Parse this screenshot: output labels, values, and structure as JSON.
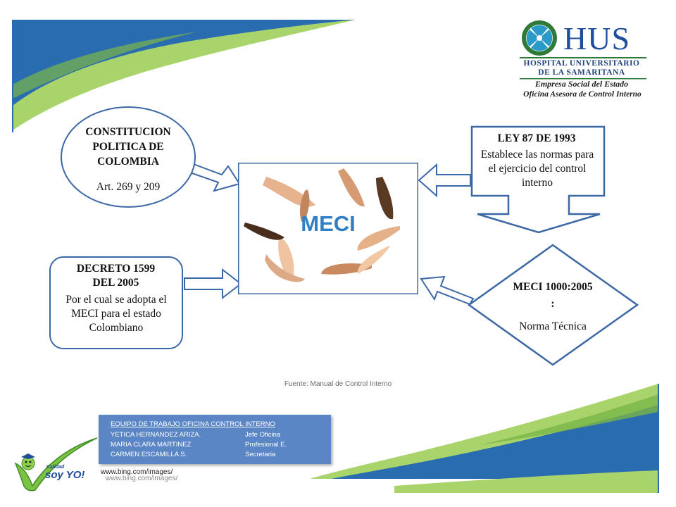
{
  "logo": {
    "acronym": "HUS",
    "line1": "HOSPITAL UNIVERSITARIO",
    "line2": "DE LA SAMARITANA",
    "line3": "Empresa Social del Estado",
    "line4": "Oficina Asesora de Control Interno"
  },
  "constitution": {
    "title": "CONSTITUCION POLITICA DE COLOMBIA",
    "subtitle": "Art. 269 y 209"
  },
  "ley": {
    "title": "LEY  87 DE 1993",
    "body": "Establece las normas para el ejercicio del control interno"
  },
  "center": {
    "label": "MECI"
  },
  "decreto": {
    "title_line1": "DECRETO 1599",
    "title_line2": "DEL 2005",
    "body": "Por el cual se adopta el MECI para el estado Colombiano"
  },
  "norma": {
    "title": "MECI 1000:2005",
    "colon": ":",
    "body": "Norma Técnica"
  },
  "source": "Fuente: Manual de Control Interno",
  "team": {
    "title": "EQUIPO DE TRABAJO OFICINA CONTROL  INTERNO",
    "members": [
      {
        "name": "YETICA HERNANDEZ ARIZA.",
        "role": "Jefe Oficina"
      },
      {
        "name": "MARIA CLARA MARTINEZ",
        "role": "Profesional E."
      },
      {
        "name": "CARMEN ESCAMILLA S.",
        "role": "Secretaria"
      }
    ]
  },
  "image_credit": "www.bing.com/images/",
  "image_credit_shadow": "www.bing.com/images/",
  "badge": {
    "line1": "Calidad",
    "line2": "soy YO!"
  },
  "colors": {
    "border_blue": "#3d68a6",
    "meci_blue": "#2f80c6",
    "swoosh_blue": "#2a6cb0",
    "swoosh_green": "#a9d46b",
    "team_box": "#5a86c6"
  }
}
